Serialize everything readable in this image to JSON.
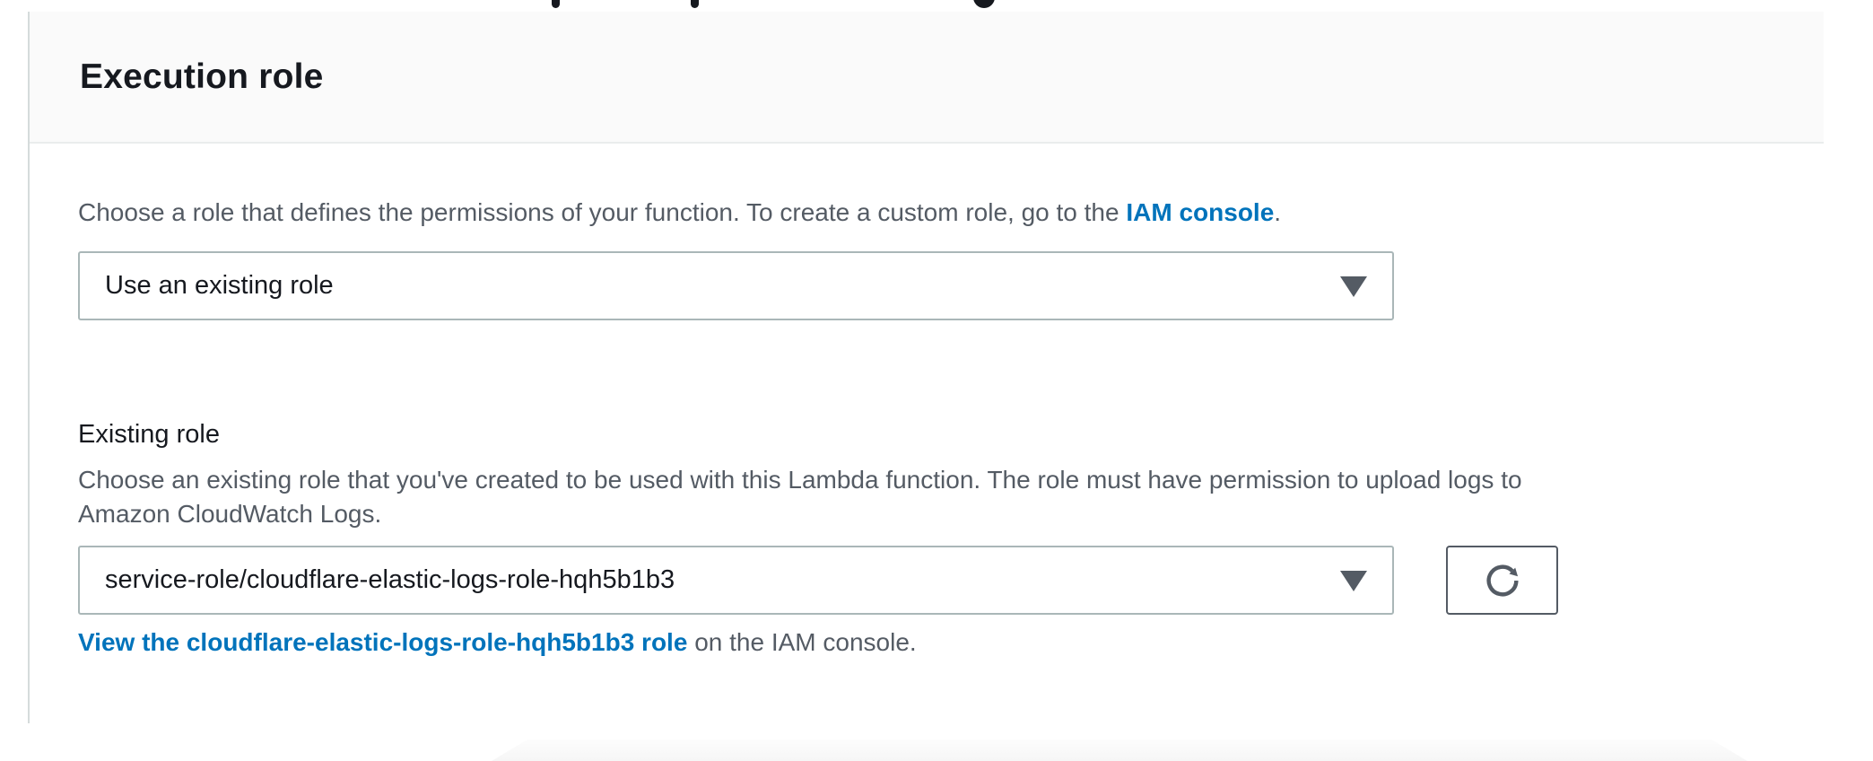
{
  "panel": {
    "title": "Execution role"
  },
  "role_source": {
    "description_prefix": "Choose a role that defines the permissions of your function. To create a custom role, go to the ",
    "link_label": "IAM console",
    "description_suffix": ".",
    "select_value": "Use an existing role"
  },
  "existing_role": {
    "label": "Existing role",
    "description_line1": "Choose an existing role that you've created to be used with this Lambda function. The role must have permission to upload logs to",
    "description_line2": "Amazon CloudWatch Logs.",
    "select_value": "service-role/cloudflare-elastic-logs-role-hqh5b1b3",
    "view_link_label": "View the cloudflare-elastic-logs-role-hqh5b1b3 role",
    "view_link_suffix": " on the IAM console."
  },
  "icons": {
    "dropdown": "chevron-down-icon",
    "refresh": "refresh-icon"
  },
  "colors": {
    "link": "#0073bb",
    "text_primary": "#16191f",
    "text_secondary": "#545b64",
    "input_border": "#aab7b8",
    "button_border": "#545b64",
    "header_bg": "#fafafa",
    "panel_border": "#d5dbdb"
  }
}
